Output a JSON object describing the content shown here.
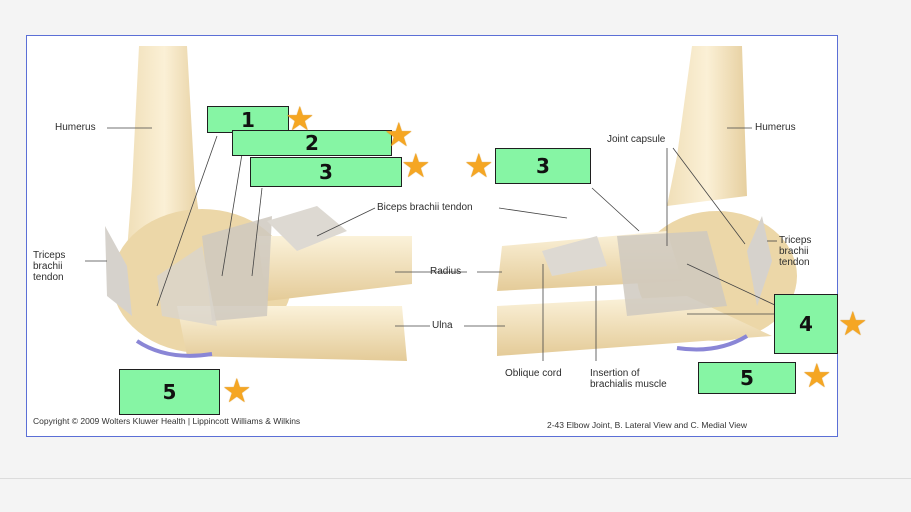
{
  "labels": {
    "humerus_left": "Humerus",
    "humerus_right": "Humerus",
    "joint_capsule": "Joint capsule",
    "triceps_left": "Triceps\nbrachii\ntendon",
    "triceps_right": "Triceps\nbrachii\ntendon",
    "biceps_tendon": "Biceps brachii tendon",
    "radius": "Radius",
    "ulna": "Ulna",
    "oblique_cord": "Oblique cord",
    "insertion_brachialis": "Insertion of\nbrachialis muscle"
  },
  "copyright": "Copyright © 2009 Wolters Kluwer Health | Lippincott Williams & Wilkins",
  "caption": "2-43 Elbow Joint, B. Lateral View and C. Medial View",
  "answer_boxes": [
    {
      "id": "box1",
      "value": "1"
    },
    {
      "id": "box2",
      "value": "2"
    },
    {
      "id": "box3a",
      "value": "3"
    },
    {
      "id": "box3b",
      "value": "3"
    },
    {
      "id": "box4",
      "value": "4"
    },
    {
      "id": "box5a",
      "value": "5"
    },
    {
      "id": "box5b",
      "value": "5"
    }
  ],
  "colors": {
    "box_fill": "#86f5a4",
    "star": "#f5a623",
    "frame": "#5b6fd6"
  },
  "icons": {
    "star": "star-icon"
  }
}
